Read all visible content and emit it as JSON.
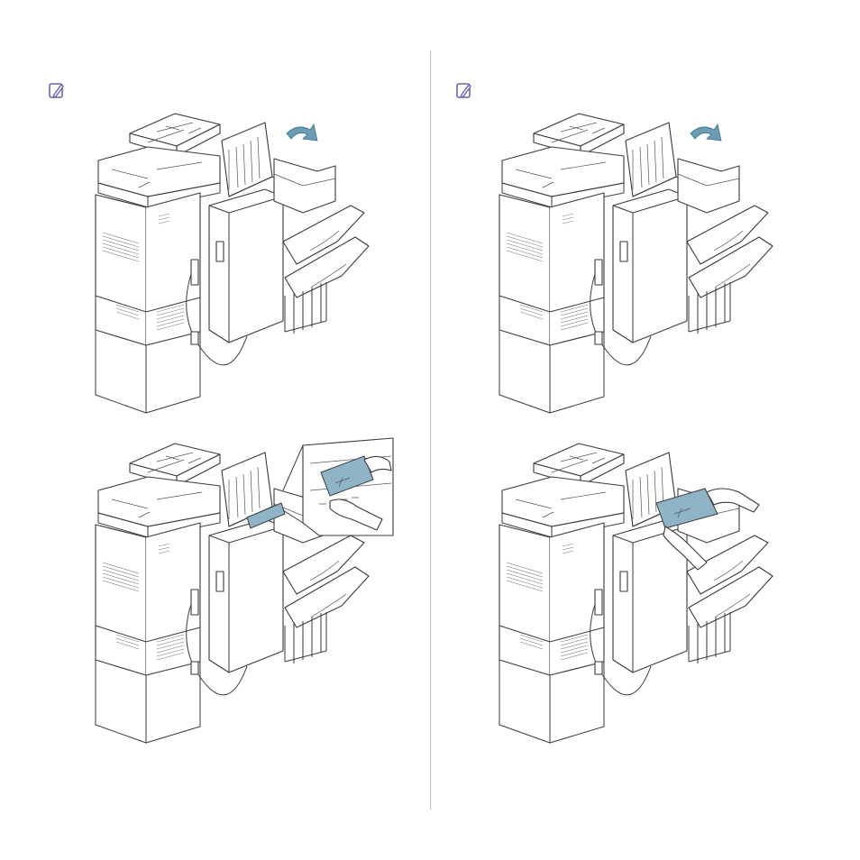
{
  "icons": {
    "note_left": "note-pencil-icon",
    "note_right": "note-pencil-icon"
  },
  "colors": {
    "note_icon": "#6a66b0",
    "paper_jam": "#8fb4c8",
    "arrow": "#6b9bb5",
    "divider": "#bdbdbd"
  },
  "figures": [
    {
      "name": "finisher-cover-open-left",
      "shows_arrow": true,
      "shows_paper": false
    },
    {
      "name": "finisher-cover-open-right",
      "shows_arrow": true,
      "shows_paper": false
    },
    {
      "name": "remove-paper-zoom-left",
      "shows_arrow": false,
      "shows_paper": true
    },
    {
      "name": "remove-paper-right",
      "shows_arrow": false,
      "shows_paper": true
    }
  ]
}
